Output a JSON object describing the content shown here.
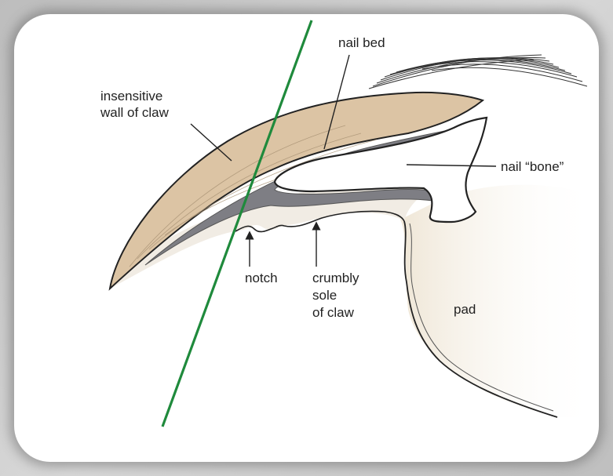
{
  "labels": {
    "nail_bed": "nail bed",
    "insensitive_wall_line1": "insensitive",
    "insensitive_wall_line2": "wall of claw",
    "nail_bone": "nail “bone”",
    "notch": "notch",
    "crumbly_line1": "crumbly",
    "crumbly_line2": "sole",
    "crumbly_line3": "of claw",
    "pad": "pad"
  },
  "colors": {
    "claw_wall": "#dcc4a4",
    "nail_bed": "#7e7e84",
    "cut_line": "#1f8a3c",
    "outline": "#222222",
    "background": "#ffffff"
  }
}
